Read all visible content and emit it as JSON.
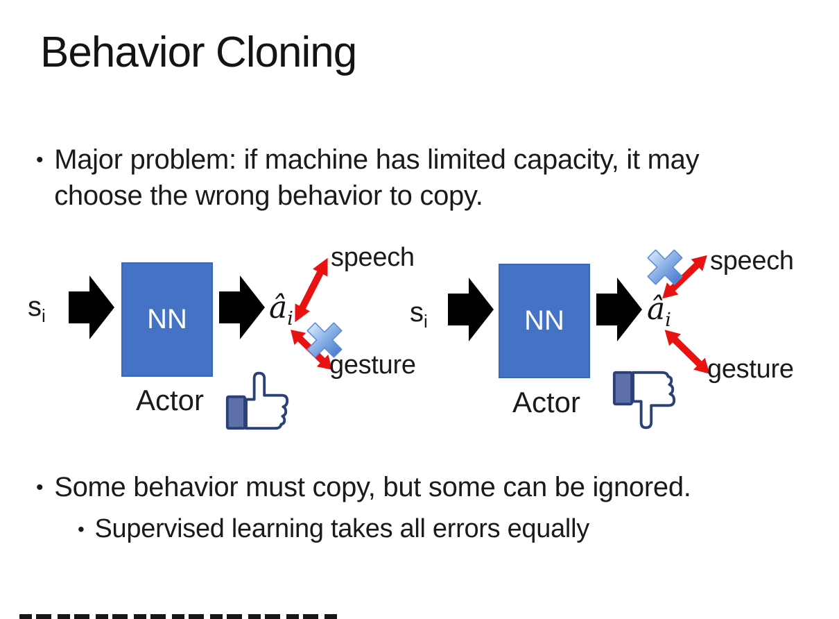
{
  "slide": {
    "title": "Behavior Cloning",
    "bullet_char": "•",
    "bullets": {
      "major_problem": "Major problem: if machine has limited capacity, it may choose the wrong behavior to copy.",
      "some_behavior": "Some behavior must copy, but some can be ignored.",
      "supervised": "Supervised learning takes all errors equally"
    },
    "diagram_labels": {
      "input_base": "s",
      "input_sub": "i",
      "nn": "NN",
      "actor": "Actor",
      "output_base": "â",
      "output_sub": "i",
      "speech": "speech",
      "gesture": "gesture"
    },
    "diagrams": [
      {
        "id": "left",
        "crossed_out": "gesture",
        "feedback_icon": "thumbs-up-icon"
      },
      {
        "id": "right",
        "crossed_out": "speech",
        "feedback_icon": "thumbs-down-icon"
      }
    ],
    "icons": {
      "block_arrow": "black-block-arrow-icon",
      "double_arrow": "red-double-arrow-icon",
      "cross": "blue-cross-icon",
      "thumbs_up": "thumbs-up-icon",
      "thumbs_down": "thumbs-down-icon"
    },
    "colors": {
      "background": "#FFFFFF",
      "text": "#1A1A1A",
      "nn_box_fill": "#4472C4",
      "nn_box_border": "#3B66B0",
      "nn_text": "#FFFFFF",
      "block_arrow": "#000000",
      "double_arrow_red": "#E81212",
      "cross_blue_light": "#EAF3FE",
      "cross_blue_dark": "#3D6FC8",
      "thumb_outline": "#2C4077",
      "thumb_cuff_fill": "#5D71A8"
    }
  }
}
